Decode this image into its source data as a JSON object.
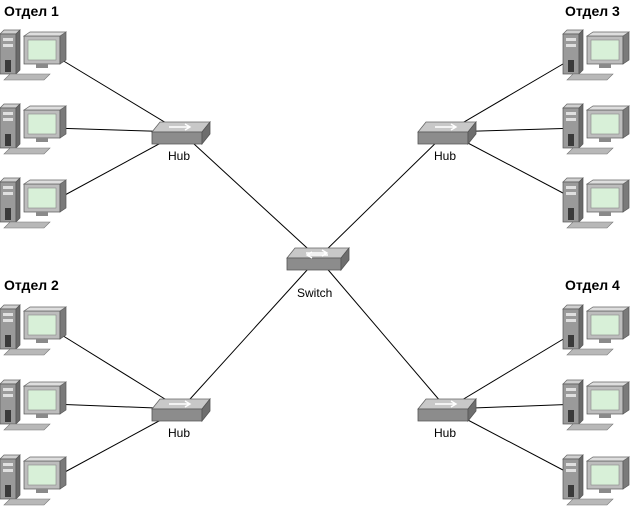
{
  "departments": [
    {
      "id": "d1",
      "label": "Отдел 1"
    },
    {
      "id": "d2",
      "label": "Отдел 2"
    },
    {
      "id": "d3",
      "label": "Отдел 3"
    },
    {
      "id": "d4",
      "label": "Отдел 4"
    }
  ],
  "hub_label": "Hub",
  "switch_label": "Switch",
  "colors": {
    "line": "#000000",
    "device_top": "#c8c8c8",
    "device_front": "#8c8c8c",
    "screen": "#d8f0d8",
    "tower": "#9a9a9a"
  }
}
